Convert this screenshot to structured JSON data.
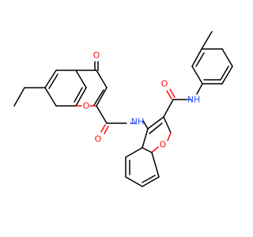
{
  "atoms": {
    "carbonyl_o_top": "O",
    "ring_o_chromone": "O",
    "amide_o_left": "O",
    "nh_left": "NH",
    "ring_o_benzofuran": "O",
    "amide_o_right": "O",
    "nh_right": "NH"
  },
  "colors": {
    "oxygen": "#ff0d0d",
    "nitrogen": "#3050f8",
    "bond": "#000000"
  }
}
